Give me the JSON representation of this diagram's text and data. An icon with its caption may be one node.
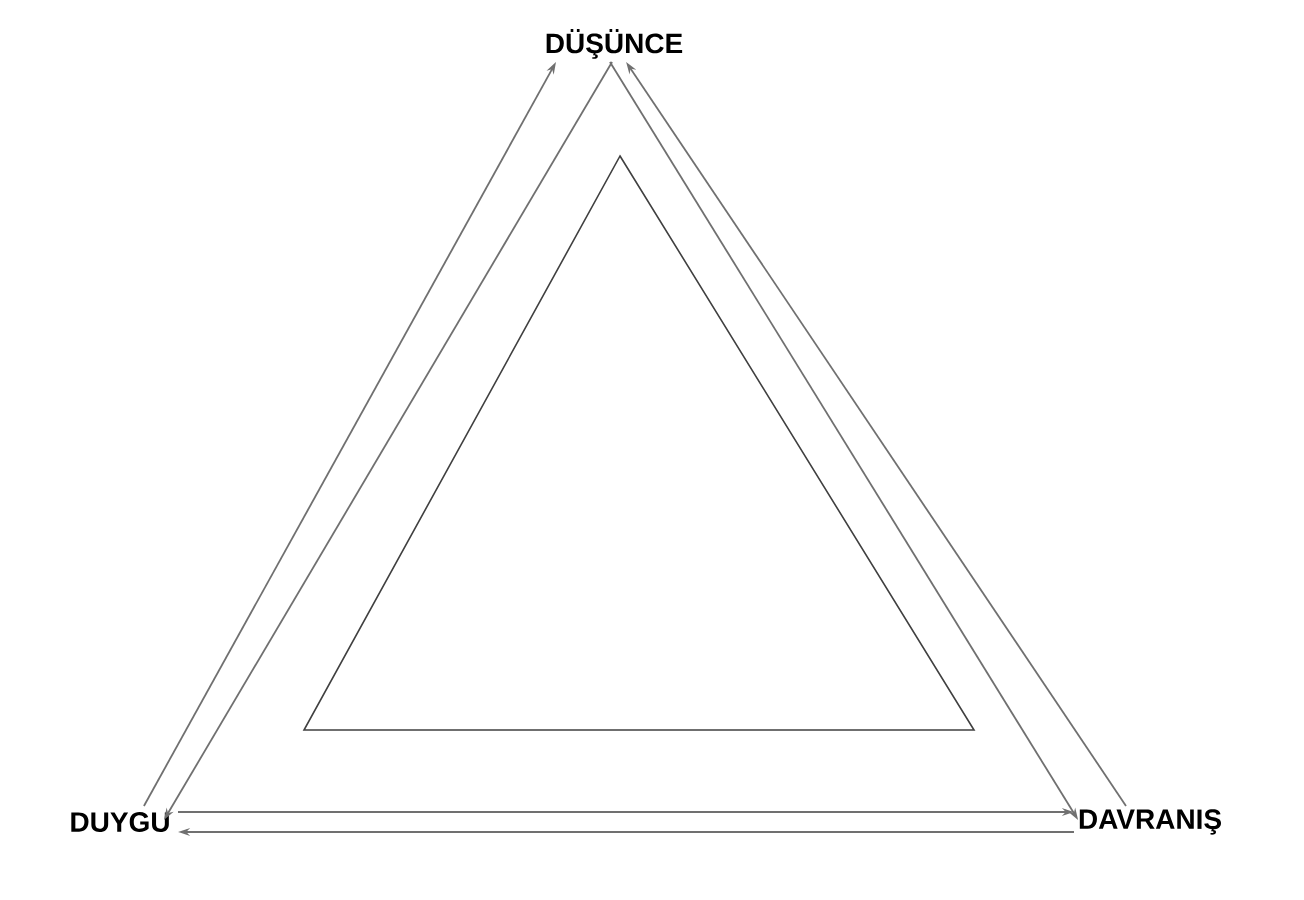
{
  "diagram": {
    "nodes": [
      {
        "text": [
          "DÜŞÜNCE"
        ]
      },
      {
        "text": [
          "DUYGU"
        ]
      },
      {
        "text": [
          "DAVRANIŞ"
        ]
      }
    ],
    "edges": [
      {
        "from": 1,
        "to": 0,
        "arrow": "to"
      },
      {
        "from": 0,
        "to": 1,
        "arrow": "to"
      },
      {
        "from": 2,
        "to": 0,
        "arrow": "to"
      },
      {
        "from": 0,
        "to": 2,
        "arrow": "to"
      },
      {
        "from": 1,
        "to": 2,
        "arrow": "to"
      },
      {
        "from": 2,
        "to": 1,
        "arrow": "to"
      }
    ]
  }
}
